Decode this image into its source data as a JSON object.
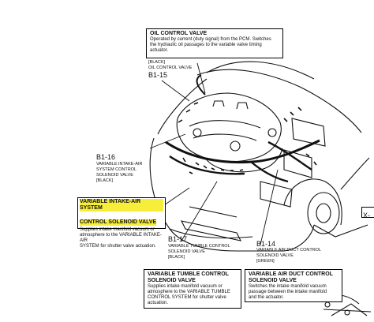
{
  "oil_control_valve": {
    "title": "OIL CONTROL VALVE",
    "desc_lines": [
      "Operated by current (duty signal) from the PCM. Switches",
      "the hydraulic oil passages  to the variable valve timing",
      "actuator."
    ]
  },
  "b1_15": {
    "color": "[BLACK]",
    "code": "B1-15",
    "name": "OIL CONTROL VALVE"
  },
  "b1_16": {
    "code": "B1-16",
    "name_lines": [
      "VARIABLE INTAKE-AIR",
      "SYSTEM CONTROL",
      "SOLENOID VALVE",
      "[BLACK]"
    ]
  },
  "vis_box": {
    "title_lines": [
      "VARIABLE INTAKE-AIR SYSTEM",
      "CONTROL SOLENOID VALVE"
    ],
    "desc_lines": [
      "Supplies intake manifold vacuum or",
      "atmosphere to the VARIABLE INTAKE-AIR",
      "SYSTEM for shutter valve actuation."
    ]
  },
  "b1_17": {
    "code": "B1-17",
    "name_lines": [
      "VARIABLE TUMBLE CONTROL",
      "SOLENOID VALVE",
      "[BLACK]"
    ]
  },
  "b1_14": {
    "code": "B1-14",
    "name_lines": [
      "VARIABLE AIR DUCT CONTROL",
      "SOLENOID VALVE",
      "[GREEN]"
    ]
  },
  "tumble_box": {
    "title_lines": [
      "VARIABLE TUMBLE CONTROL",
      "SOLENOID VALVE"
    ],
    "desc_lines": [
      "Supplies intake manifold vacuum or",
      "atmosphere to the VARIABLE TUMBLE",
      "CONTROL SYSTEM for shutter valve",
      "actuation."
    ]
  },
  "airduct_box": {
    "title_lines": [
      "VARIABLE AIR DUCT CONTROL",
      "SOLENOID VALVE"
    ],
    "desc_lines": [
      "Switches the intake manifold vacuum",
      "passage between the intake manifold",
      "and the actuator."
    ]
  },
  "edge_label": "X-"
}
